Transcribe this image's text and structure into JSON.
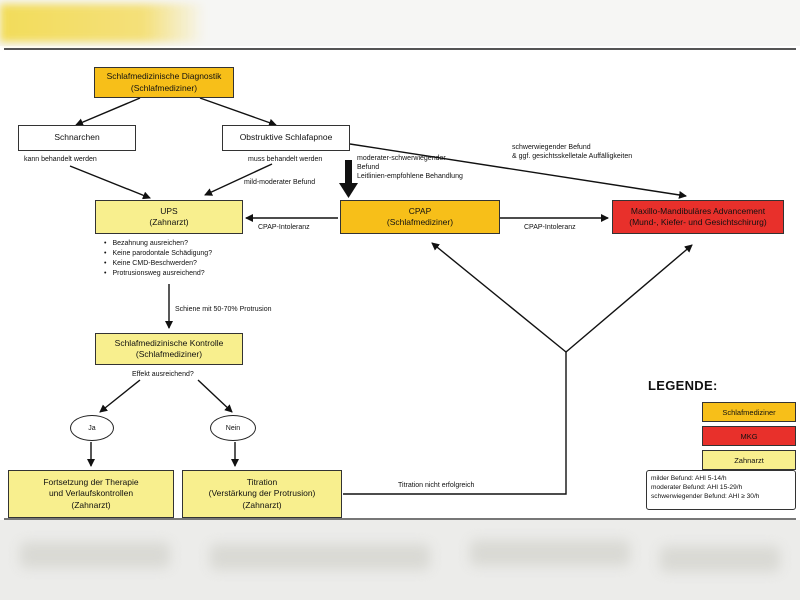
{
  "nodes": {
    "diagnostik": {
      "line1": "Schlafmedizinische Diagnostik",
      "line2": "(Schlafmediziner)"
    },
    "schnarchen": {
      "label": "Schnarchen"
    },
    "osa": {
      "label": "Obstruktive Schlafapnoe"
    },
    "ups": {
      "line1": "UPS",
      "line2": "(Zahnarzt)"
    },
    "cpap": {
      "line1": "CPAP",
      "line2": "(Schlafmediziner)"
    },
    "mma": {
      "line1": "Maxillo-Mandibuläres Advancement",
      "line2": "(Mund-, Kiefer- und Gesichtschirurg)"
    },
    "kontrolle": {
      "line1": "Schlafmedizinische Kontrolle",
      "line2": "(Schlafmediziner)"
    },
    "ja": {
      "label": "Ja"
    },
    "nein": {
      "label": "Nein"
    },
    "fortsetzung": {
      "line1": "Fortsetzung der Therapie",
      "line2": "und Verlaufskontrollen",
      "line3": "(Zahnarzt)"
    },
    "titration": {
      "line1": "Titration",
      "line2": "(Verstärkung der Protrusion)",
      "line3": "(Zahnarzt)"
    }
  },
  "edge_labels": {
    "kann_behandelt": "kann behandelt werden",
    "muss_behandelt": "muss behandelt werden",
    "mild_moderat": "mild-moderater Befund",
    "mod_schwer_1": "moderater-schwerwiegender",
    "mod_schwer_2": "Befund",
    "mod_schwer_3": "Leitlinien-empfohlene Behandlung",
    "schwer_1": "schwerwiegender Befund",
    "schwer_2": "& ggf. gesichtsskelletale Auffälligkeiten",
    "cpap_intol_left": "CPAP-Intoleranz",
    "cpap_intol_right": "CPAP-Intoleranz",
    "schiene": "Schiene mit 50-70% Protrusion",
    "effekt": "Effekt ausreichend?",
    "titration_fail": "Titration nicht erfolgreich"
  },
  "checklist": [
    "Bezahnung ausreichen?",
    "Keine parodontale Schädigung?",
    "Keine CMD-Beschwerden?",
    "Protrusionsweg ausreichend?"
  ],
  "legend": {
    "title": "LEGENDE:",
    "items": [
      {
        "label": "Schlafmediziner",
        "color": "#f7bf19"
      },
      {
        "label": "MKG",
        "color": "#e8302b"
      },
      {
        "label": "Zahnarzt",
        "color": "#f8ef8e"
      }
    ],
    "aho": [
      "milder Befund: AHI 5-14/h",
      "moderater Befund: AHI 15-29/h",
      "schwerwiegender Befund: AHI ≥ 30/h"
    ]
  },
  "colors": {
    "schlafmediziner": "#f7bf19",
    "mkg": "#e8302b",
    "zahnarzt": "#f8ef8e"
  }
}
